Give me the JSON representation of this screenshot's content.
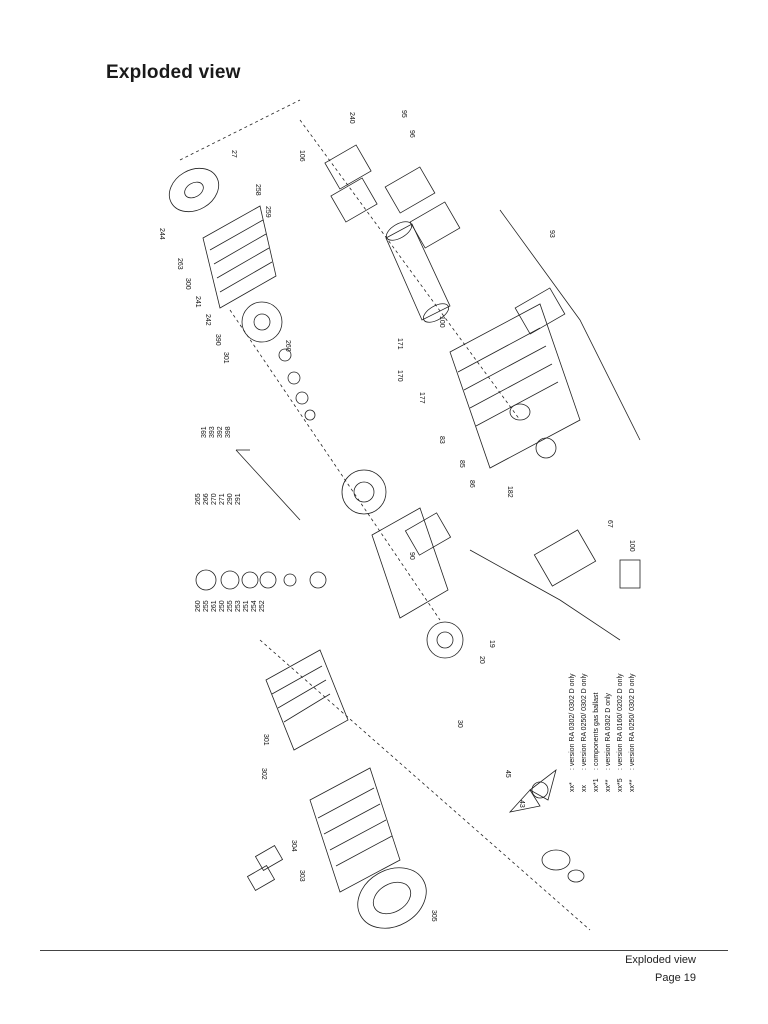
{
  "header": {
    "title": "Exploded view"
  },
  "footer": {
    "section": "Exploded view",
    "page": "Page 19"
  },
  "legend": [
    {
      "mark": "xx*",
      "text": ": version RA 0302/ 0302 D only"
    },
    {
      "mark": "xx",
      "text": ": version RA 0250/ 0302 D only"
    },
    {
      "mark": "xx*1",
      "text": ": components gas ballast"
    },
    {
      "mark": "xx**",
      "text": ": version RA 0302 D only"
    },
    {
      "mark": "xx*5",
      "text": ": version RA 0160/ 0202 D only"
    },
    {
      "mark": "xx**",
      "text": ": version RA 0250/ 0302 D only"
    }
  ],
  "callouts": {
    "part_list_a": [
      "265",
      "266",
      "270",
      "271",
      "290",
      "291"
    ],
    "part_list_b": [
      "260",
      "255",
      "261",
      "250",
      "255",
      "253",
      "251",
      "254",
      "252"
    ],
    "part_list_c": [
      "391",
      "393",
      "392",
      "398"
    ],
    "misc": [
      "27",
      "244",
      "258",
      "259",
      "263",
      "300",
      "241",
      "242",
      "301",
      "390",
      "260",
      "95",
      "96",
      "240",
      "100",
      "93",
      "182",
      "67",
      "30",
      "90",
      "106",
      "171",
      "170",
      "177",
      "85",
      "86",
      "83",
      "45",
      "43",
      "20",
      "19",
      "301",
      "302",
      "303",
      "304",
      "305"
    ]
  }
}
